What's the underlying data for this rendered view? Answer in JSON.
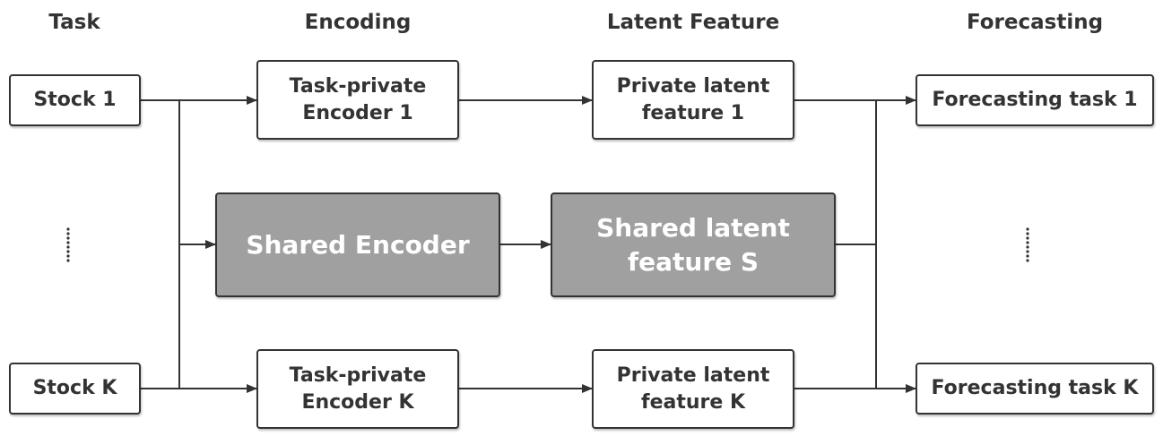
{
  "headers": {
    "task": "Task",
    "encoding": "Encoding",
    "latent": "Latent Feature",
    "forecasting": "Forecasting"
  },
  "nodes": {
    "stock1": "Stock 1",
    "stockK": "Stock K",
    "enc1": "Task-private\nEncoder 1",
    "encK": "Task-private\nEncoder K",
    "sharedEnc": "Shared Encoder",
    "priv1": "Private latent\nfeature 1",
    "privK": "Private latent\nfeature K",
    "sharedFeat": "Shared latent\nfeature S",
    "fore1": "Forecasting task 1",
    "foreK": "Forecasting task K"
  },
  "colors": {
    "line": "#333333",
    "shared_fill": "#a0a0a0"
  }
}
